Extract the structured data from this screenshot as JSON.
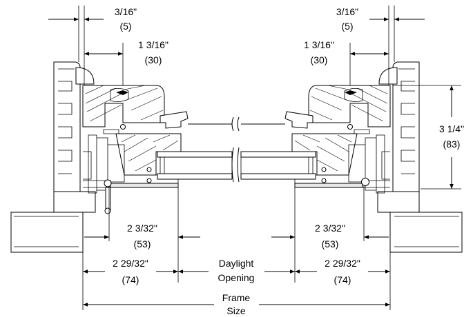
{
  "dimensions": {
    "left_jamb_gap": {
      "inch": "3/16\"",
      "mm": "(5)"
    },
    "right_jamb_gap": {
      "inch": "3/16\"",
      "mm": "(5)"
    },
    "left_sash_offset": {
      "inch": "1 3/16\"",
      "mm": "(30)"
    },
    "right_sash_offset": {
      "inch": "1 3/16\"",
      "mm": "(30)"
    },
    "frame_depth": {
      "inch": "3 1/4\"",
      "mm": "(83)"
    },
    "left_glass_offset": {
      "inch": "2 3/32\"",
      "mm": "(53)"
    },
    "right_glass_offset": {
      "inch": "2 3/32\"",
      "mm": "(53)"
    },
    "left_frame_to_daylight": {
      "inch": "2 29/32\"",
      "mm": "(74)"
    },
    "right_frame_to_daylight": {
      "inch": "2 29/32\"",
      "mm": "(74)"
    },
    "daylight": {
      "line1": "Daylight",
      "line2": "Opening"
    },
    "frame_size": {
      "line1": "Frame",
      "line2": "Size"
    }
  }
}
